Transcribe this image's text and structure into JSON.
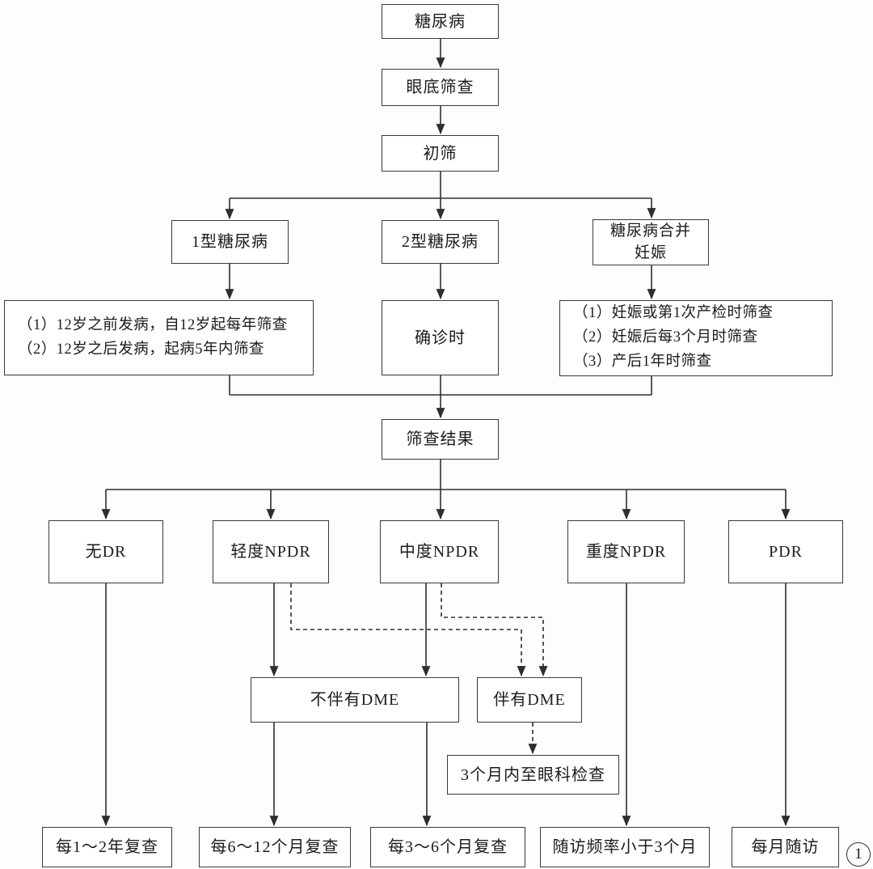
{
  "figure": {
    "badge": "1"
  },
  "colors": {
    "background": "#fdfdfd",
    "box_border": "#3a3a3a",
    "line": "#2e2e2e",
    "text": "#1b1b1b"
  },
  "nodes": {
    "diabetes": "糖尿病",
    "fundus_screening": "眼底筛查",
    "initial_screening": "初筛",
    "type1": "1型糖尿病",
    "type2": "2型糖尿病",
    "gestational_line1": "糖尿病合并",
    "gestational_line2": "妊娠",
    "type1_schedule_line1": "（1）12岁之前发病，自12岁起每年筛查",
    "type1_schedule_line2": "（2）12岁之后发病，起病5年内筛查",
    "type2_schedule": "确诊时",
    "gestational_schedule_line1": "（1）妊娠或第1次产检时筛查",
    "gestational_schedule_line2": "（2）妊娠后每3个月时筛查",
    "gestational_schedule_line3": "（3）产后1年时筛查",
    "screening_result": "筛查结果",
    "no_dr": "无DR",
    "mild_npdr": "轻度NPDR",
    "moderate_npdr": "中度NPDR",
    "severe_npdr": "重度NPDR",
    "pdr": "PDR",
    "without_dme": "不伴有DME",
    "with_dme": "伴有DME",
    "eye_exam": "3个月内至眼科检查",
    "recheck_1_2y": "每1～2年复查",
    "recheck_6_12m": "每6～12个月复查",
    "recheck_3_6m": "每3～6个月复查",
    "followup_lt_3m": "随访频率小于3个月",
    "followup_monthly": "每月随访"
  }
}
